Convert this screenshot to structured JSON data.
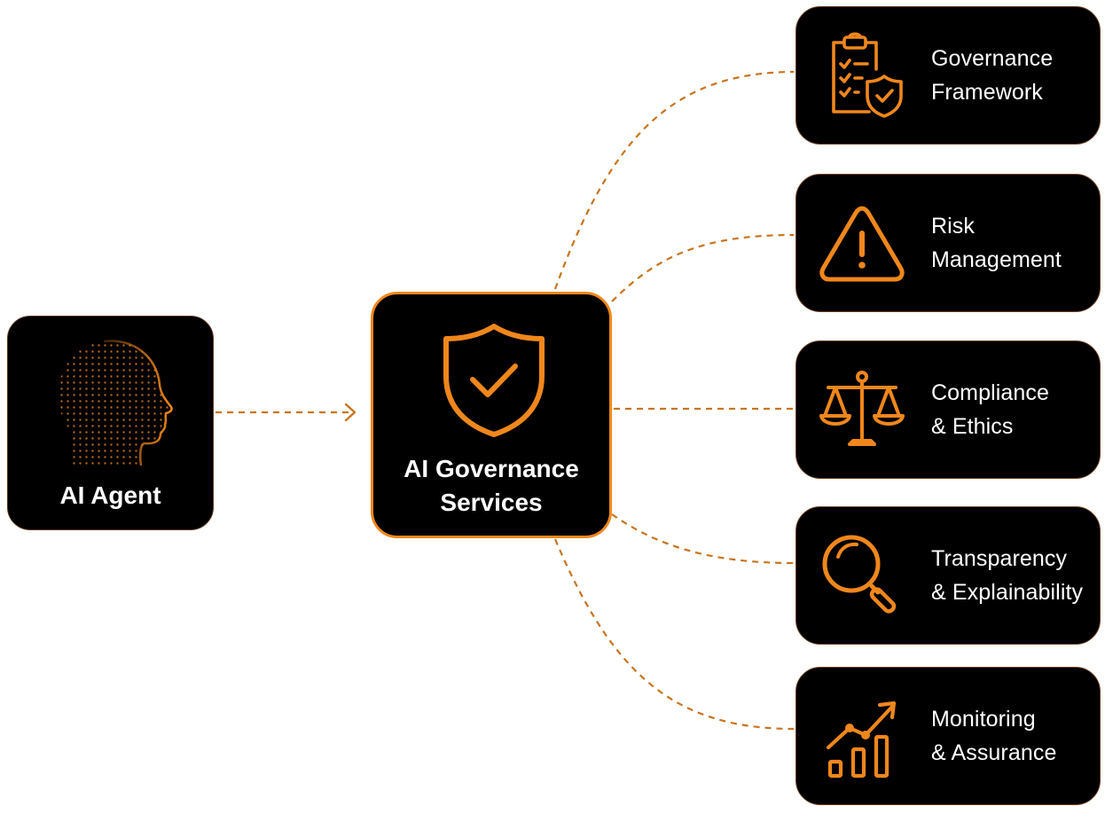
{
  "agent": {
    "label": "AI Agent",
    "icon": "ai-head-icon"
  },
  "hub": {
    "label": "AI Governance\nServices",
    "icon": "shield-check-icon"
  },
  "services": [
    {
      "label": "Governance\nFramework",
      "icon": "clipboard-shield-icon"
    },
    {
      "label": "Risk\nManagement",
      "icon": "warning-triangle-icon"
    },
    {
      "label": "Compliance\n& Ethics",
      "icon": "balance-scale-icon"
    },
    {
      "label": "Transparency\n& Explainability",
      "icon": "magnifier-icon"
    },
    {
      "label": "Monitoring\n& Assurance",
      "icon": "trend-chart-icon"
    }
  ],
  "colors": {
    "accent": "#f0871c",
    "card": "#000000",
    "text": "#ffffff",
    "connector": "#c8741f"
  }
}
